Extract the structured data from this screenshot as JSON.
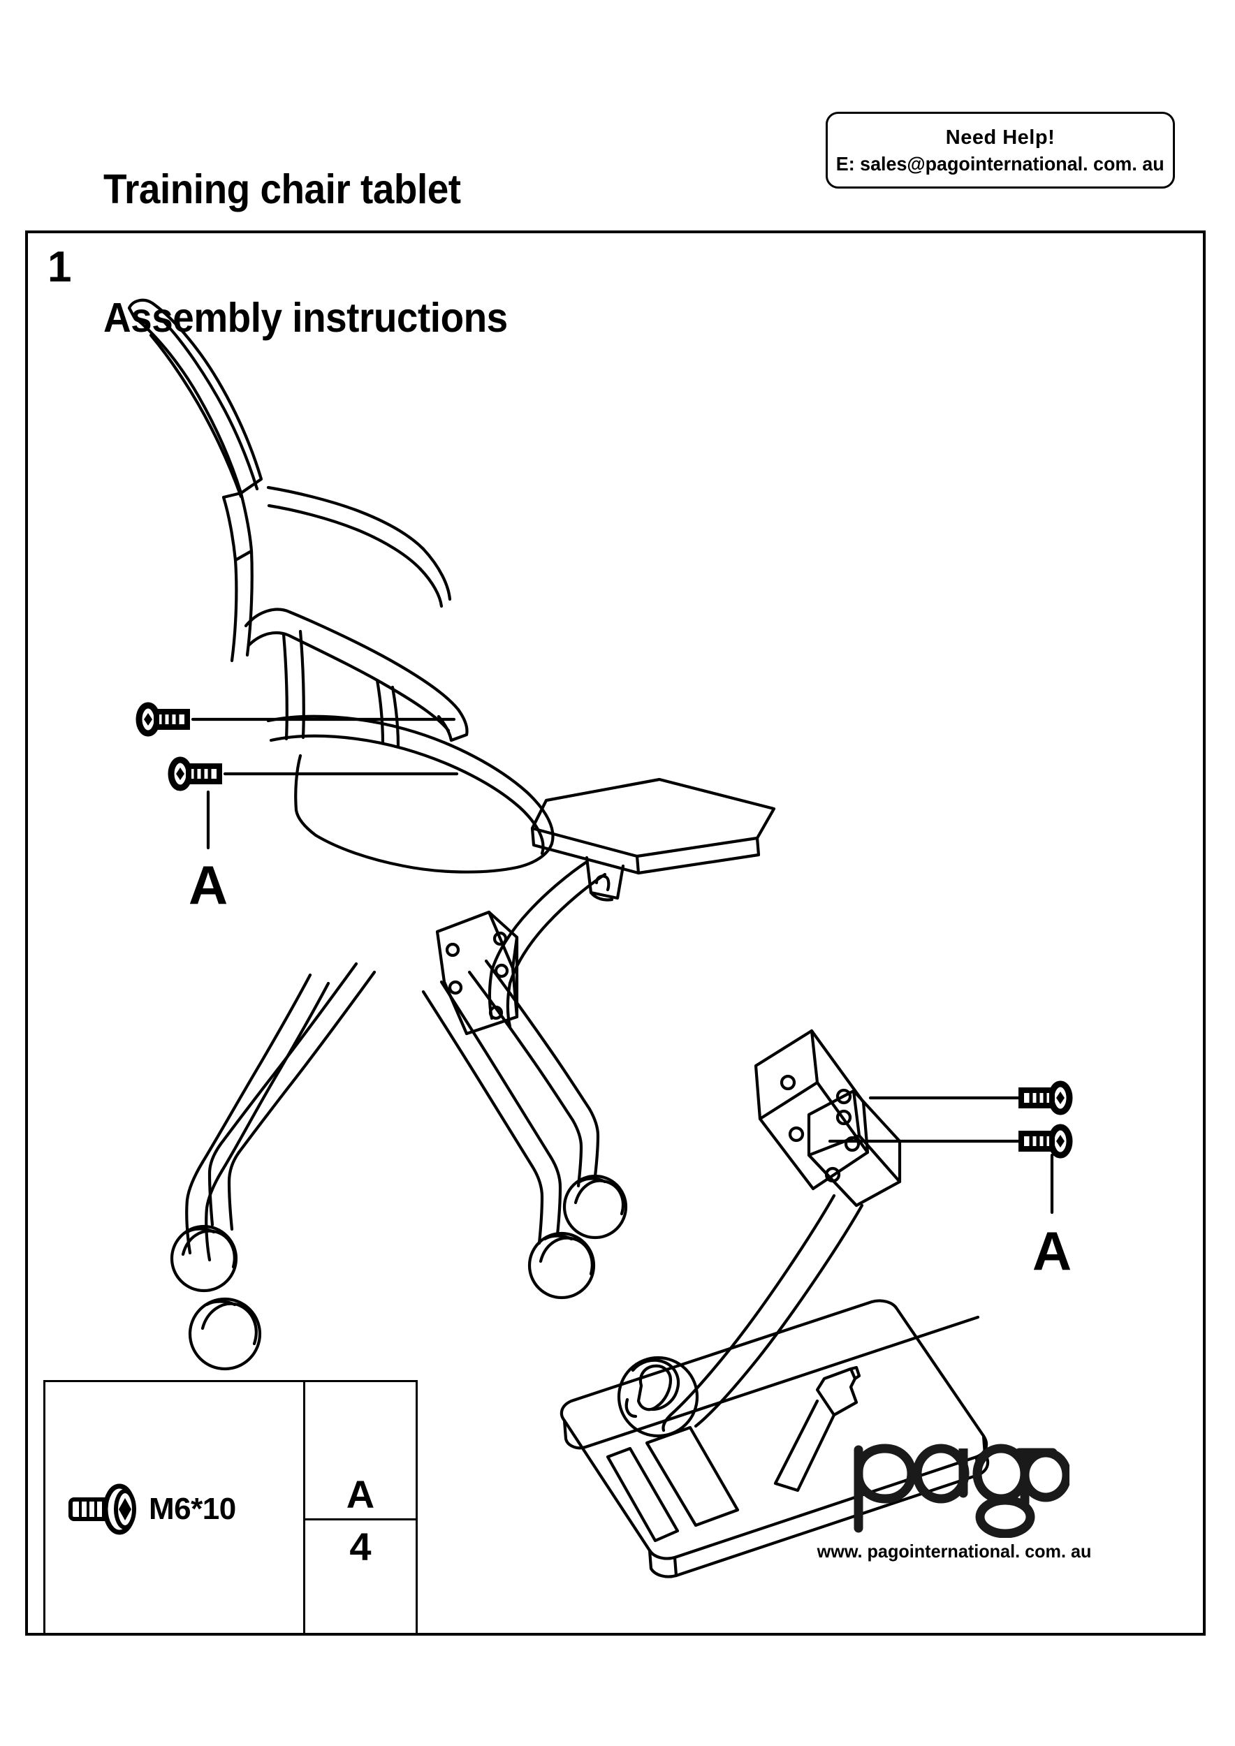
{
  "header": {
    "title_line_1": "Training chair tablet",
    "title_line_2": "Assembly instructions",
    "help": {
      "line_1": "Need Help!",
      "line_2": "E: sales@pagointernational. com. au"
    }
  },
  "step": {
    "number": "1"
  },
  "diagram": {
    "callout_left_label": "A",
    "callout_right_label": "A",
    "parts_shown": [
      "training-chair-with-tablet-arm",
      "tablet-board-exploded",
      "mounting-plate",
      "tablet-arm-bracket",
      "screw-m6x10"
    ]
  },
  "parts_table": {
    "rows": [
      {
        "icon": "screw-icon",
        "part_label": "M6*10",
        "code": "A",
        "quantity": "4"
      }
    ]
  },
  "footer": {
    "logo_text": "pago",
    "website": "www. pagointernational. com. au"
  },
  "colors": {
    "ink": "#000000",
    "paper": "#ffffff"
  }
}
